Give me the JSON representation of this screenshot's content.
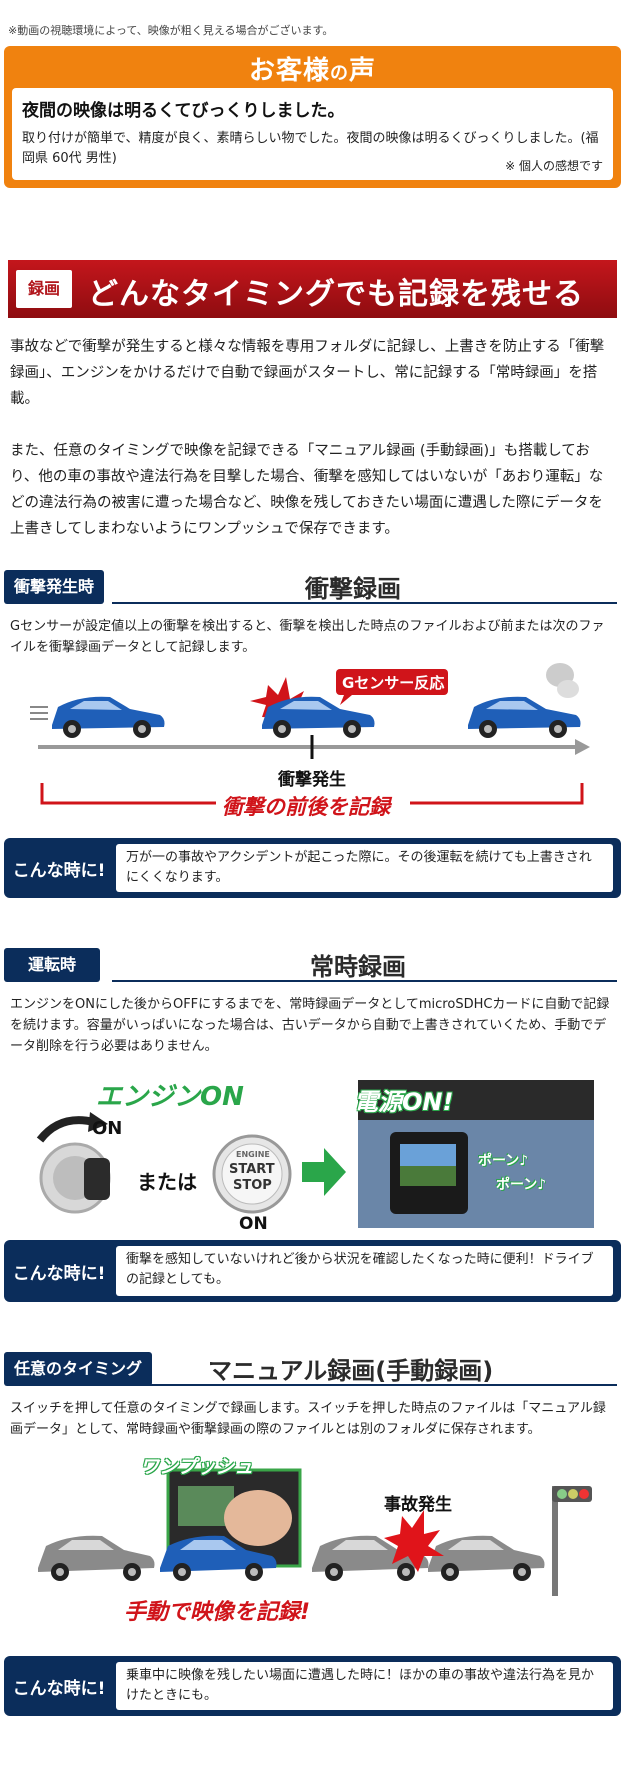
{
  "disclaimer": "※動画の視聴環境によって、映像が粗く見える場合がございます。",
  "voice": {
    "title_main": "お客様",
    "title_no": "の",
    "title_end": "声",
    "headline": "夜間の映像は明るくてびっくりしました。",
    "body": "取り付けが簡単で、精度が良く、素晴らしい物でした。夜間の映像は明るくびっくりしました。(福岡県 60代 男性)",
    "note": "※ 個人の感想です"
  },
  "banner": {
    "tag": "録画",
    "text": "どんなタイミングでも記録を残せる"
  },
  "intro": {
    "p1": "事故などで衝撃が発生すると様々な情報を専用フォルダに記録し、上書きを防止する「衝撃録画」、エンジンをかけるだけで自動で録画がスタートし、常に記録する「常時録画」を搭載。",
    "p2": "また、任意のタイミングで映像を記録できる「マニュアル録画 (手動録画)」も搭載しており、他の車の事故や違法行為を目撃した場合、衝撃を感知してはいないが「あおり運転」などの違法行為の被害に遭った場合など、映像を残しておきたい場面に遭遇した際にデータを上書きしてしまわないようにワンプッシュで保存できます。"
  },
  "impact": {
    "tag": "衝撃発生時",
    "title": "衝撃録画",
    "desc": "Gセンサーが設定値以上の衝撃を検出すると、衝撃を検出した時点のファイルおよび前または次のファイルを衝撃録画データとして記録します。",
    "sensor_label": "Gセンサー反応",
    "event_label": "衝撃発生",
    "record_label": "衝撃の前後を記録",
    "when_label": "こんな時に!",
    "when_text": "万が一の事故やアクシデントが起こった際に。その後運転を続けても上書きされにくくなります。"
  },
  "constant": {
    "tag": "運転時",
    "title": "常時録画",
    "desc": "エンジンをONにした後からOFFにするまでを、常時録画データとしてmicroSDHCカードに自動で記録を続けます。容量がいっぱいになった場合は、古いデータから自動で上書きされていくため、手動でデータ削除を行う必要はありません。",
    "engine_on": "エンジンON",
    "key_on": "ON",
    "or": "または",
    "button_engine": "ENGINE",
    "button_start": "START",
    "button_stop": "STOP",
    "button_on": "ON",
    "power_on": "電源ON!",
    "sound1": "ポーン♪",
    "sound2": "ポーン♪",
    "when_label": "こんな時に!",
    "when_text": "衝撃を感知していないけれど後から状況を確認したくなった時に便利！ドライブの記録としても。"
  },
  "manual": {
    "tag": "任意のタイミング",
    "title": "マニュアル録画(手動録画)",
    "desc": "スイッチを押して任意のタイミングで録画します。スイッチを押した時点のファイルは「マニュアル録画データ」として、常時録画や衝撃録画の際のファイルとは別のフォルダに保存されます。",
    "one_push": "ワンプッシュ",
    "accident": "事故発生",
    "record_label": "手動で映像を記録!",
    "when_label": "こんな時に!",
    "when_text": "乗車中に映像を残したい場面に遭遇した時に！ほかの車の事故や違法行為を見かけたときにも。"
  },
  "colors": {
    "orange": "#f0820f",
    "navy": "#0b2d5b",
    "red": "#c4161c",
    "car_blue": "#1f5fb8",
    "car_gray": "#8a8a8a"
  }
}
